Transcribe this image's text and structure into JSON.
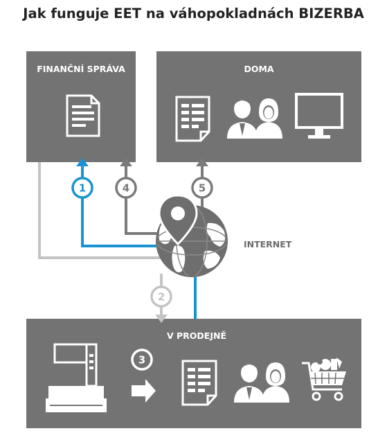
{
  "title": "Jak funguje EET na váhopokladnách BIZERBA",
  "boxes": {
    "financni_sprava": "FINANČNÍ SPRÁVA",
    "doma": "DOMA",
    "v_prodejne": "V PRODEJNĚ"
  },
  "internet_label": "INTERNET",
  "steps": [
    "1",
    "2",
    "3",
    "4",
    "5"
  ],
  "colors": {
    "box_fill": "#737373",
    "accent_blue": "#1a93d0",
    "arrow_light": "#c4c4c4",
    "arrow_dark": "#7a7a7a",
    "icon_white": "#ffffff",
    "title_text": "#222222"
  },
  "icons": [
    "document-icon",
    "receipt-icon",
    "people-icon",
    "monitor-icon",
    "globe-icon",
    "location-pin-icon",
    "scale-register-icon",
    "right-arrow-icon",
    "shopping-cart-icon"
  ]
}
